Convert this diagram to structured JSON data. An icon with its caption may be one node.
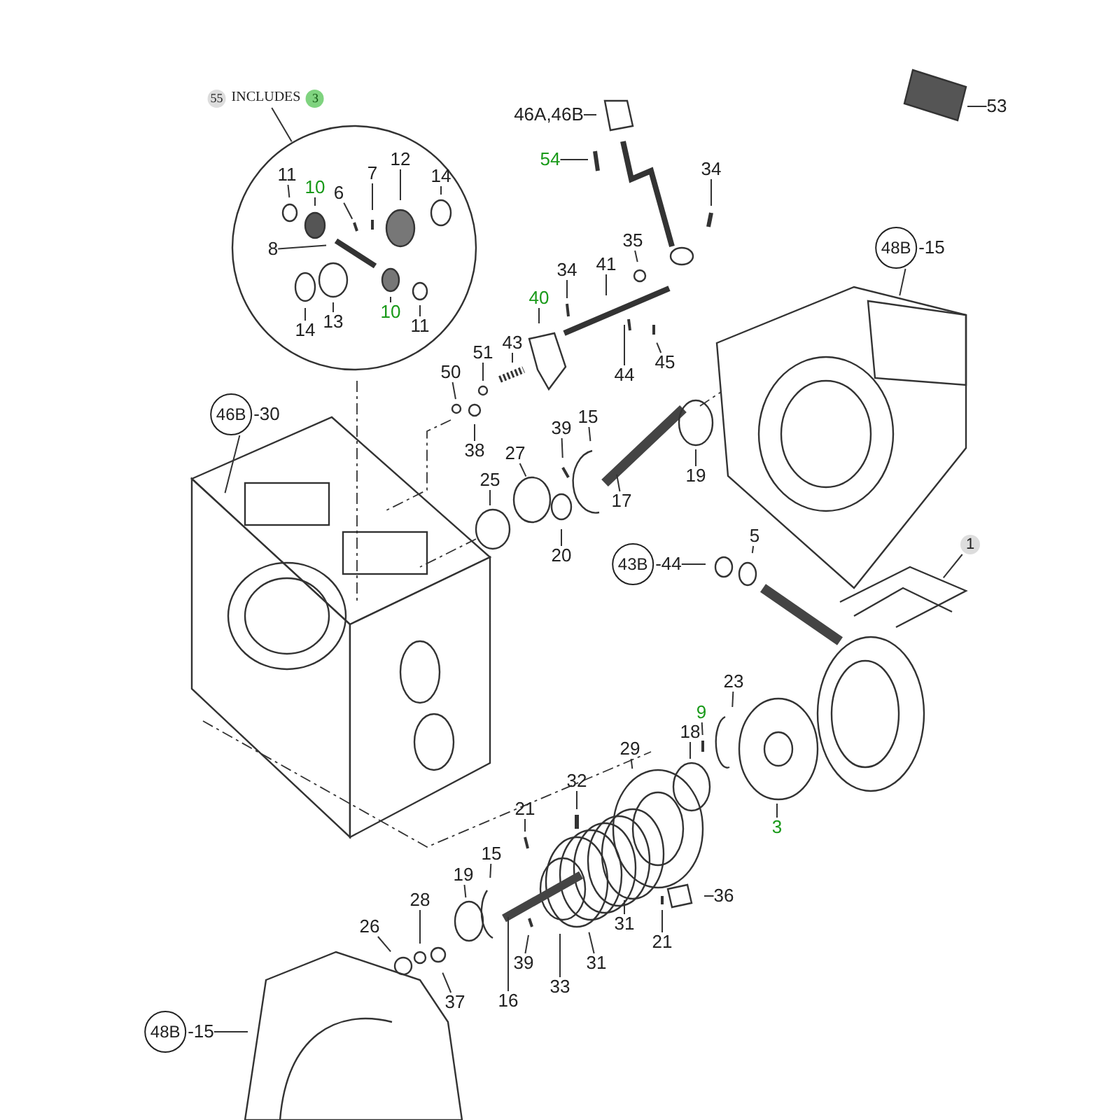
{
  "diagram": {
    "nodes": [
      {
        "text": [
          "55",
          "INCLUDES",
          "3"
        ]
      },
      {
        "text": [],
        "shape": "circle"
      },
      {
        "text": [
          "11"
        ],
        "in": 1
      },
      {
        "text": [
          "10"
        ],
        "in": 1
      },
      {
        "text": [
          "7"
        ],
        "in": 1
      },
      {
        "text": [
          "6"
        ],
        "in": 1
      },
      {
        "text": [
          "12"
        ],
        "in": 1
      },
      {
        "text": [
          "14"
        ],
        "in": 1
      },
      {
        "text": [
          "8"
        ],
        "in": 1
      },
      {
        "text": [
          "14"
        ],
        "in": 1
      },
      {
        "text": [
          "13"
        ],
        "in": 1
      },
      {
        "text": [
          "10"
        ],
        "in": 1
      },
      {
        "text": [
          "11"
        ],
        "in": 1
      },
      {
        "text": [
          "53"
        ]
      },
      {
        "text": [
          "46A,46B"
        ]
      },
      {
        "text": [
          "54"
        ]
      },
      {
        "text": [
          "34"
        ]
      },
      {
        "text": [
          "35"
        ]
      },
      {
        "text": [
          "41"
        ]
      },
      {
        "text": [
          "34"
        ]
      },
      {
        "text": [
          "40"
        ]
      },
      {
        "text": [
          "43"
        ]
      },
      {
        "text": [
          "51"
        ]
      },
      {
        "text": [
          "50"
        ]
      },
      {
        "text": [
          "38"
        ]
      },
      {
        "text": [
          "45"
        ]
      },
      {
        "text": [
          "44"
        ]
      },
      {
        "text": [
          "48B"
        ],
        "beside": [
          "-15"
        ]
      },
      {
        "text": [
          "46B"
        ],
        "beside": [
          "-30"
        ]
      },
      {
        "text": [
          "15"
        ]
      },
      {
        "text": [
          "39"
        ]
      },
      {
        "text": [
          "27"
        ]
      },
      {
        "text": [
          "25"
        ]
      },
      {
        "text": [
          "20"
        ]
      },
      {
        "text": [
          "17"
        ]
      },
      {
        "text": [
          "19"
        ]
      },
      {
        "text": [
          "43B"
        ],
        "beside": [
          "-44"
        ]
      },
      {
        "text": [
          "5"
        ]
      },
      {
        "text": [
          "1"
        ]
      },
      {
        "text": [
          "23"
        ]
      },
      {
        "text": [
          "9"
        ]
      },
      {
        "text": [
          "18"
        ]
      },
      {
        "text": [
          "29"
        ]
      },
      {
        "text": [
          "32"
        ]
      },
      {
        "text": [
          "21"
        ]
      },
      {
        "text": [
          "3"
        ]
      },
      {
        "text": [
          "15"
        ]
      },
      {
        "text": [
          "19"
        ]
      },
      {
        "text": [
          "28"
        ]
      },
      {
        "text": [
          "26"
        ]
      },
      {
        "text": [
          "37"
        ]
      },
      {
        "text": [
          "39"
        ]
      },
      {
        "text": [
          "16"
        ]
      },
      {
        "text": [
          "33"
        ]
      },
      {
        "text": [
          "31"
        ]
      },
      {
        "text": [
          "31"
        ]
      },
      {
        "text": [
          "21"
        ]
      },
      {
        "text": [
          "36"
        ]
      },
      {
        "text": [
          "48B"
        ],
        "beside": [
          "-15"
        ]
      }
    ],
    "edges": [
      {
        "from": 0,
        "to": 1,
        "arrow": "none"
      },
      {
        "from": 2,
        "to": null,
        "arrow": "none"
      },
      {
        "from": 3,
        "to": null,
        "arrow": "none"
      },
      {
        "from": 4,
        "to": null,
        "arrow": "none"
      },
      {
        "from": 5,
        "to": null,
        "arrow": "none"
      },
      {
        "from": 6,
        "to": null,
        "arrow": "none"
      },
      {
        "from": 7,
        "to": null,
        "arrow": "none"
      },
      {
        "from": 8,
        "to": null,
        "arrow": "none"
      },
      {
        "from": 9,
        "to": null,
        "arrow": "none"
      },
      {
        "from": 10,
        "to": null,
        "arrow": "none"
      },
      {
        "from": 11,
        "to": null,
        "arrow": "none"
      },
      {
        "from": 12,
        "to": null,
        "arrow": "none"
      },
      {
        "from": 13,
        "to": null,
        "arrow": "none"
      },
      {
        "from": 14,
        "to": null,
        "arrow": "none"
      },
      {
        "from": 15,
        "to": null,
        "arrow": "none"
      },
      {
        "from": 16,
        "to": null,
        "arrow": "none"
      },
      {
        "from": 17,
        "to": null,
        "arrow": "none"
      },
      {
        "from": 18,
        "to": null,
        "arrow": "none"
      },
      {
        "from": 19,
        "to": null,
        "arrow": "none"
      },
      {
        "from": 20,
        "to": null,
        "arrow": "none"
      },
      {
        "from": 21,
        "to": null,
        "arrow": "none"
      },
      {
        "from": 22,
        "to": null,
        "arrow": "none"
      },
      {
        "from": 23,
        "to": null,
        "arrow": "none"
      },
      {
        "from": 24,
        "to": null,
        "arrow": "none"
      },
      {
        "from": 25,
        "to": null,
        "arrow": "none"
      },
      {
        "from": 26,
        "to": null,
        "arrow": "none"
      },
      {
        "from": 27,
        "to": null,
        "arrow": "none"
      },
      {
        "from": 28,
        "to": null,
        "arrow": "none"
      },
      {
        "from": 29,
        "to": null,
        "arrow": "none"
      },
      {
        "from": 30,
        "to": null,
        "arrow": "none"
      },
      {
        "from": 31,
        "to": null,
        "arrow": "none"
      },
      {
        "from": 32,
        "to": null,
        "arrow": "none"
      },
      {
        "from": 33,
        "to": null,
        "arrow": "none"
      },
      {
        "from": 34,
        "to": null,
        "arrow": "none"
      },
      {
        "from": 35,
        "to": null,
        "arrow": "none"
      },
      {
        "from": 36,
        "to": null,
        "arrow": "none"
      },
      {
        "from": 37,
        "to": null,
        "arrow": "none"
      },
      {
        "from": 38,
        "to": null,
        "arrow": "none"
      },
      {
        "from": 39,
        "to": null,
        "arrow": "none"
      },
      {
        "from": 40,
        "to": null,
        "arrow": "none"
      },
      {
        "from": 41,
        "to": null,
        "arrow": "none"
      },
      {
        "from": 42,
        "to": null,
        "arrow": "none"
      },
      {
        "from": 43,
        "to": null,
        "arrow": "none"
      },
      {
        "from": 44,
        "to": null,
        "arrow": "none"
      },
      {
        "from": 45,
        "to": null,
        "arrow": "none"
      },
      {
        "from": 46,
        "to": null,
        "arrow": "none"
      },
      {
        "from": 47,
        "to": null,
        "arrow": "none"
      },
      {
        "from": 48,
        "to": null,
        "arrow": "none"
      },
      {
        "from": 49,
        "to": null,
        "arrow": "none"
      },
      {
        "from": 50,
        "to": null,
        "arrow": "none"
      },
      {
        "from": 51,
        "to": null,
        "arrow": "none"
      },
      {
        "from": 52,
        "to": null,
        "arrow": "none"
      },
      {
        "from": 53,
        "to": null,
        "arrow": "none"
      },
      {
        "from": 54,
        "to": null,
        "arrow": "none"
      },
      {
        "from": 55,
        "to": null,
        "arrow": "none"
      },
      {
        "from": 56,
        "to": null,
        "arrow": "none"
      },
      {
        "from": 57,
        "to": null,
        "arrow": "none"
      },
      {
        "from": 58,
        "to": null,
        "arrow": "none"
      }
    ]
  }
}
